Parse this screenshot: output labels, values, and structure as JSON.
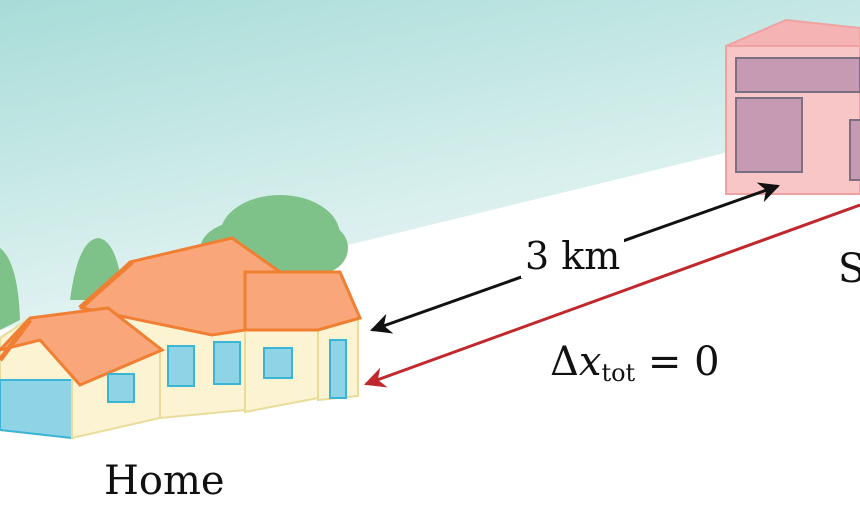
{
  "labels": {
    "home": "Home",
    "distance": "3 km",
    "delta_symbol": "Δ",
    "delta_var": "x",
    "delta_sub": "tot",
    "delta_rest": " = 0",
    "school_partial": "S"
  },
  "colors": {
    "sky_top": "#a8dcd8",
    "sky_bottom": "#eef8f7",
    "roof": "#f9a67a",
    "roof_edge": "#f07f33",
    "wall": "#fbf3d2",
    "wall_edge": "#e9dc9a",
    "window": "#8fd3e6",
    "window_edge": "#3ab5d4",
    "tree": "#7ec28a",
    "building_wall": "#f8c2c2",
    "building_window": "#c59ab2",
    "arrow_black": "#111111",
    "arrow_red": "#c0282d"
  }
}
